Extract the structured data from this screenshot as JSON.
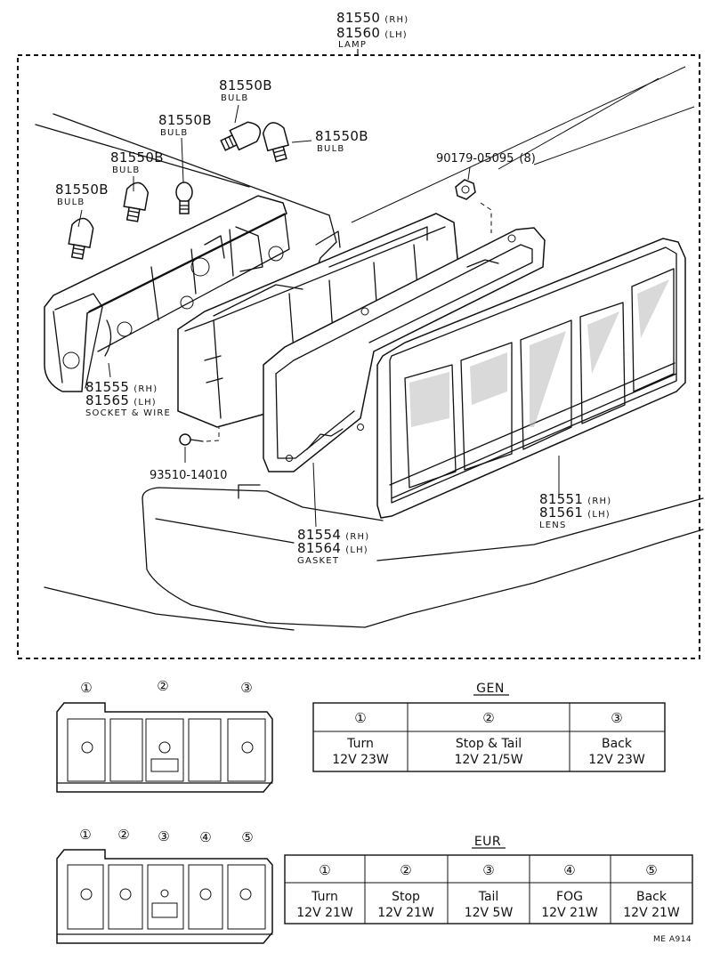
{
  "callouts": {
    "lamp": {
      "rh": "81550",
      "rh_side": "(RH)",
      "lh": "81560",
      "lh_side": "(LH)",
      "name": "LAMP"
    },
    "bulb": {
      "part": "81550B",
      "name": "BULB"
    },
    "nut": {
      "part": "90179-05095",
      "qty": "(8)"
    },
    "socket": {
      "rh": "81555",
      "rh_side": "(RH)",
      "lh": "81565",
      "lh_side": "(LH)",
      "name": "SOCKET & WIRE"
    },
    "screw": {
      "part": "93510-14010"
    },
    "gasket": {
      "rh": "81554",
      "rh_side": "(RH)",
      "lh": "81564",
      "lh_side": "(LH)",
      "name": "GASKET"
    },
    "lens": {
      "rh": "81551",
      "rh_side": "(RH)",
      "lh": "81561",
      "lh_side": "(LH)",
      "name": "LENS"
    }
  },
  "gen": {
    "title": "GEN",
    "markers": [
      "①",
      "②",
      "③"
    ],
    "columns": [
      {
        "num": "①",
        "function": "Turn",
        "spec": "12V 23W"
      },
      {
        "num": "②",
        "function": "Stop & Tail",
        "spec": "12V 21/5W"
      },
      {
        "num": "③",
        "function": "Back",
        "spec": "12V 23W"
      }
    ]
  },
  "eur": {
    "title": "EUR",
    "markers": [
      "①",
      "②",
      "③",
      "④",
      "⑤"
    ],
    "columns": [
      {
        "num": "①",
        "function": "Turn",
        "spec": "12V 21W"
      },
      {
        "num": "②",
        "function": "Stop",
        "spec": "12V 21W"
      },
      {
        "num": "③",
        "function": "Tail",
        "spec": "12V 5W"
      },
      {
        "num": "④",
        "function": "FOG",
        "spec": "12V 21W"
      },
      {
        "num": "⑤",
        "function": "Back",
        "spec": "12V 21W"
      }
    ]
  },
  "ref": "ME  A914"
}
